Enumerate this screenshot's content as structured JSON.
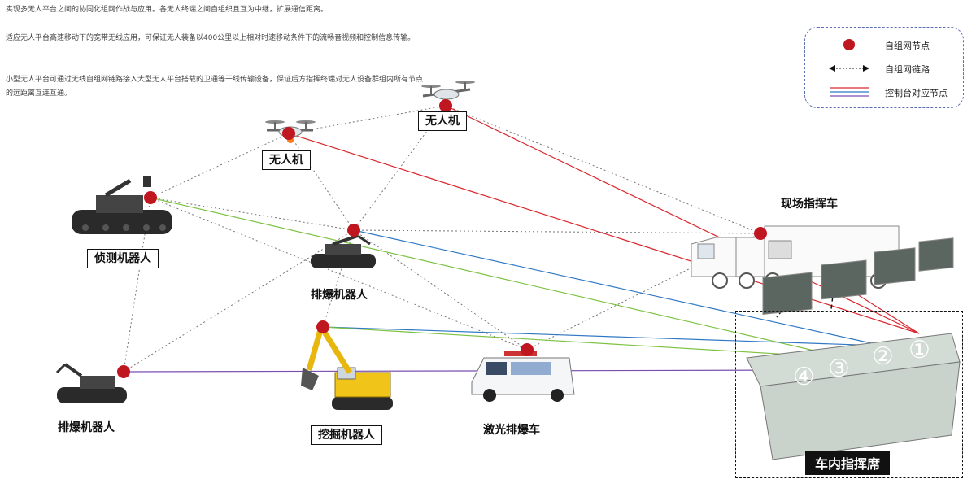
{
  "paragraphs": [
    "实现多无人平台之间的协同化组网作战与应用。各无人终端之间自组织且互为中继，扩展通信距离。",
    "适应无人平台高速移动下的宽带无线应用，可保证无人装备以400公里以上相对时速移动条件下的流畅音视频和控制信息传输。",
    "小型无人平台可通过无线自组网链路接入大型无人平台搭载的卫通等干线传输设备，保证后方指挥终端对无人设备群组内所有节点的远距离互连互通。"
  ],
  "legend": {
    "node": "自组网节点",
    "link": "自组网链路",
    "console_node": "控制台对应节点"
  },
  "labels": {
    "drone_left": "无人机",
    "drone_right": "无人机",
    "recon_robot": "侦测机器人",
    "eod_robot_mid": "排爆机器人",
    "eod_robot_left": "排爆机器人",
    "excavator_robot": "挖掘机器人",
    "laser_eod_vehicle": "激光排爆车",
    "field_command_vehicle": "现场指挥车",
    "in_vehicle_command_seat": "车内指挥席"
  },
  "console_numbers": [
    "④",
    "③",
    "②",
    "①"
  ],
  "colors": {
    "node": "#c0161f",
    "red_link": "#d9272e",
    "green_link": "#7dc243",
    "blue_link": "#2f78c4",
    "purple_link": "#7b4fb0",
    "dotted_link": "#777777",
    "legend_border": "#5a6fb0"
  }
}
